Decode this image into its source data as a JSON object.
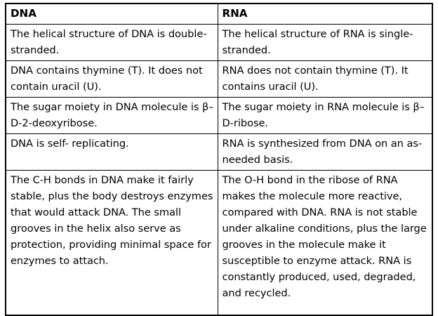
{
  "table": {
    "columns": [
      {
        "key": "dna",
        "header": "DNA"
      },
      {
        "key": "rna",
        "header": "RNA"
      }
    ],
    "rows": [
      {
        "dna": "The helical structure of DNA is double-stranded.",
        "rna": "The helical structure of RNA is single-stranded."
      },
      {
        "dna": "DNA contains thymine (T). It does not contain uracil (U).",
        "rna": "RNA does not contain thymine (T). It contains uracil (U)."
      },
      {
        "dna": "The sugar moiety in DNA molecule is β–D-2-deoxyribose.",
        "rna": "The sugar moiety in RNA molecule is β–D-ribose."
      },
      {
        "dna": "DNA is self- replicating.",
        "rna": "RNA is synthesized from DNA on an as-needed basis."
      },
      {
        "dna": "The C-H bonds in DNA make it fairly stable, plus the body destroys enzymes that would attack DNA. The small grooves in the helix also serve as protection, providing minimal space for enzymes to attach.",
        "rna": "The O-H bond in the ribose of RNA makes the molecule more reactive, compared with DNA. RNA is not stable under alkaline conditions, plus the large grooves in the molecule make it susceptible to enzyme attack. RNA is constantly produced, used, degraded, and recycled."
      }
    ]
  },
  "colors": {
    "border": "#000000",
    "text": "#000000",
    "background": "#ffffff"
  }
}
